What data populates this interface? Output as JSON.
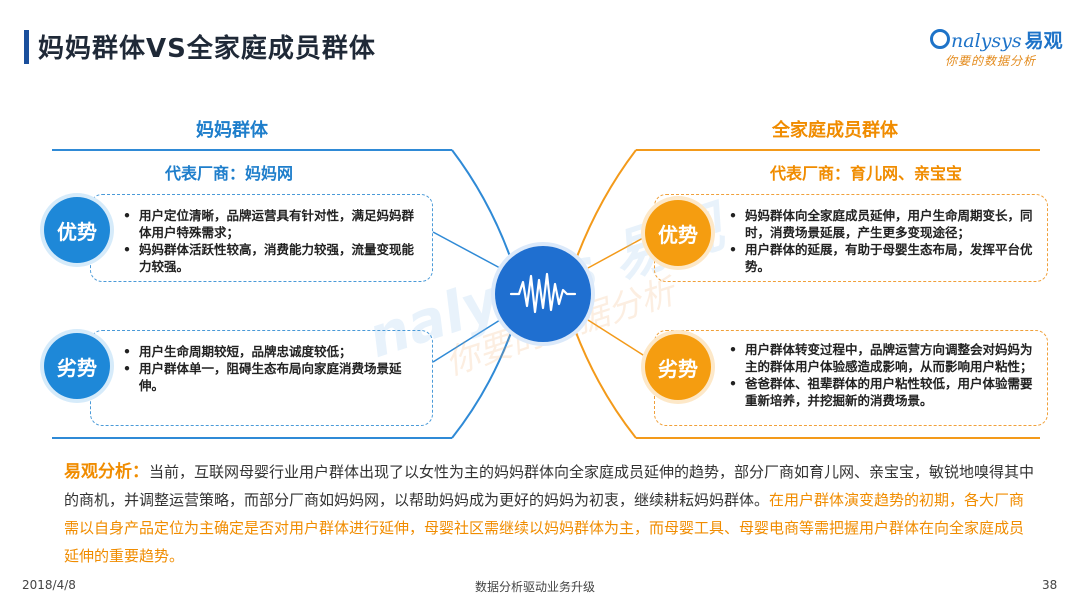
{
  "header": {
    "title": "妈妈群体VS全家庭成员群体",
    "logo_text": "nalysys",
    "logo_cn": "易观",
    "logo_tagline": "你要的数据分析"
  },
  "left": {
    "title": "妈妈群体",
    "vendor": "代表厂商：妈妈网",
    "advantage": {
      "label": "优势",
      "items": [
        "用户定位清晰，品牌运营具有针对性，满足妈妈群体用户特殊需求；",
        "妈妈群体活跃性较高，消费能力较强，流量变现能力较强。"
      ]
    },
    "disadvantage": {
      "label": "劣势",
      "items": [
        "用户生命周期较短，品牌忠诚度较低；",
        "用户群体单一，阻碍生态布局向家庭消费场景延伸。"
      ]
    }
  },
  "right": {
    "title": "全家庭成员群体",
    "vendor": "代表厂商：育儿网、亲宝宝",
    "advantage": {
      "label": "优势",
      "items": [
        "妈妈群体向全家庭成员延伸，用户生命周期变长，同时，消费场景延展，产生更多变现途径；",
        "用户群体的延展，有助于母婴生态布局，发挥平台优势。"
      ]
    },
    "disadvantage": {
      "label": "劣势",
      "items": [
        "用户群体转变过程中，品牌运营方向调整会对妈妈为主的群体用户体验感造成影响，从而影响用户粘性；",
        "爸爸群体、祖辈群体的用户粘性较低，用户体验需要重新培养，并挖掘新的消费场景。"
      ]
    }
  },
  "analysis": {
    "label": "易观分析：",
    "text": "当前，互联网母婴行业用户群体出现了以女性为主的妈妈群体向全家庭成员延伸的趋势，部分厂商如育儿网、亲宝宝，敏锐地嗅得其中的商机，并调整运营策略，而部分厂商如妈妈网，以帮助妈妈成为更好的妈妈为初衷，继续耕耘妈妈群体。",
    "highlight": "在用户群体演变趋势的初期，各大厂商需以自身产品定位为主确定是否对用户群体进行延伸，母婴社区需继续以妈妈群体为主，而母婴工具、母婴电商等需把握用户群体在向全家庭成员延伸的重要趋势。"
  },
  "footer": {
    "date": "2018/4/8",
    "center": "数据分析驱动业务升级",
    "page": "38"
  },
  "colors": {
    "blue": "#1e88d8",
    "orange": "#f59d10",
    "title_bar": "#1a4f9c"
  }
}
